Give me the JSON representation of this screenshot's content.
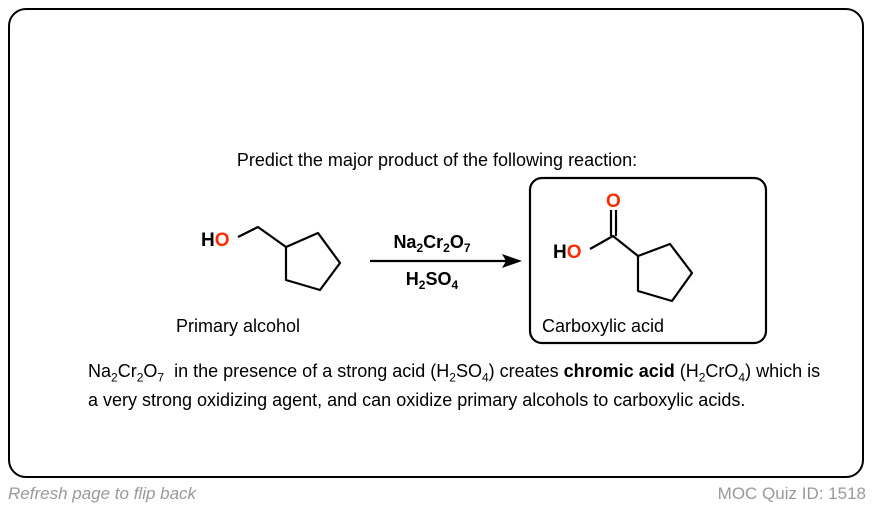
{
  "question": "Predict the major product of the following reaction:",
  "reactant": {
    "label": "Primary alcohol",
    "atoms": {
      "h": "H",
      "o": "O"
    }
  },
  "reagents": {
    "top": {
      "na": "Na",
      "s1": "2",
      "cr": "Cr",
      "s2": "2",
      "o": "O",
      "s3": "7"
    },
    "bottom": {
      "h": "H",
      "s1": "2",
      "so": "SO",
      "s2": "4"
    }
  },
  "product": {
    "label": "Carboxylic acid",
    "atoms": {
      "h": "H",
      "o": "O",
      "o2": "O"
    }
  },
  "explanation": {
    "p1": "Na",
    "s1": "2",
    "p2": "Cr",
    "s2": "2",
    "p3": "O",
    "s3": "7",
    "p4": "  in the presence of a strong acid (H",
    "s4": "2",
    "p5": "SO",
    "s5": "4",
    "p6": ") creates ",
    "bold": "chromic acid",
    "p7": " (H",
    "s6": "2",
    "p8": "CrO",
    "s7": "4",
    "p9": ") which is a very strong oxidizing agent, and can oxidize primary alcohols to carboxylic acids."
  },
  "footer": {
    "flip_hint": "Refresh page to flip back",
    "quiz_id": "MOC Quiz ID: 1518"
  },
  "colors": {
    "oxygen": "#ff2a00",
    "muted": "#999999"
  }
}
